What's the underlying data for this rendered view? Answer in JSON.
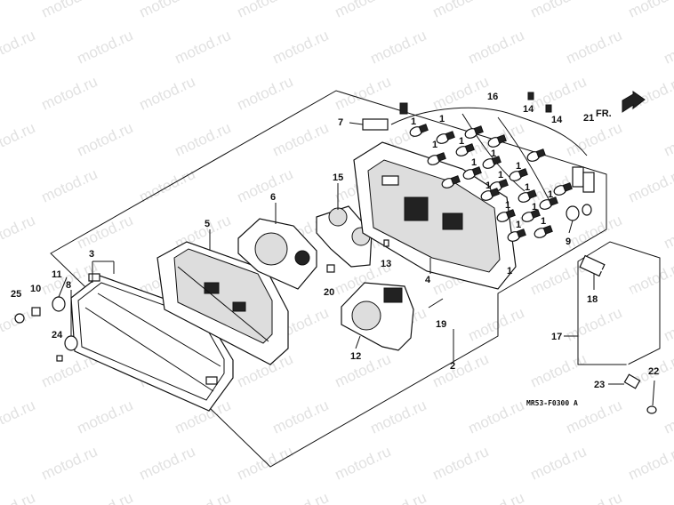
{
  "diagram": {
    "code": "MR53-F0300 A",
    "direction_label": "FR.",
    "watermark": "motod.ru",
    "callouts": [
      "1",
      "2",
      "3",
      "4",
      "5",
      "6",
      "7",
      "8",
      "9",
      "10",
      "11",
      "12",
      "13",
      "14",
      "15",
      "16",
      "17",
      "18",
      "19",
      "20",
      "21",
      "22",
      "23",
      "24",
      "25"
    ]
  }
}
